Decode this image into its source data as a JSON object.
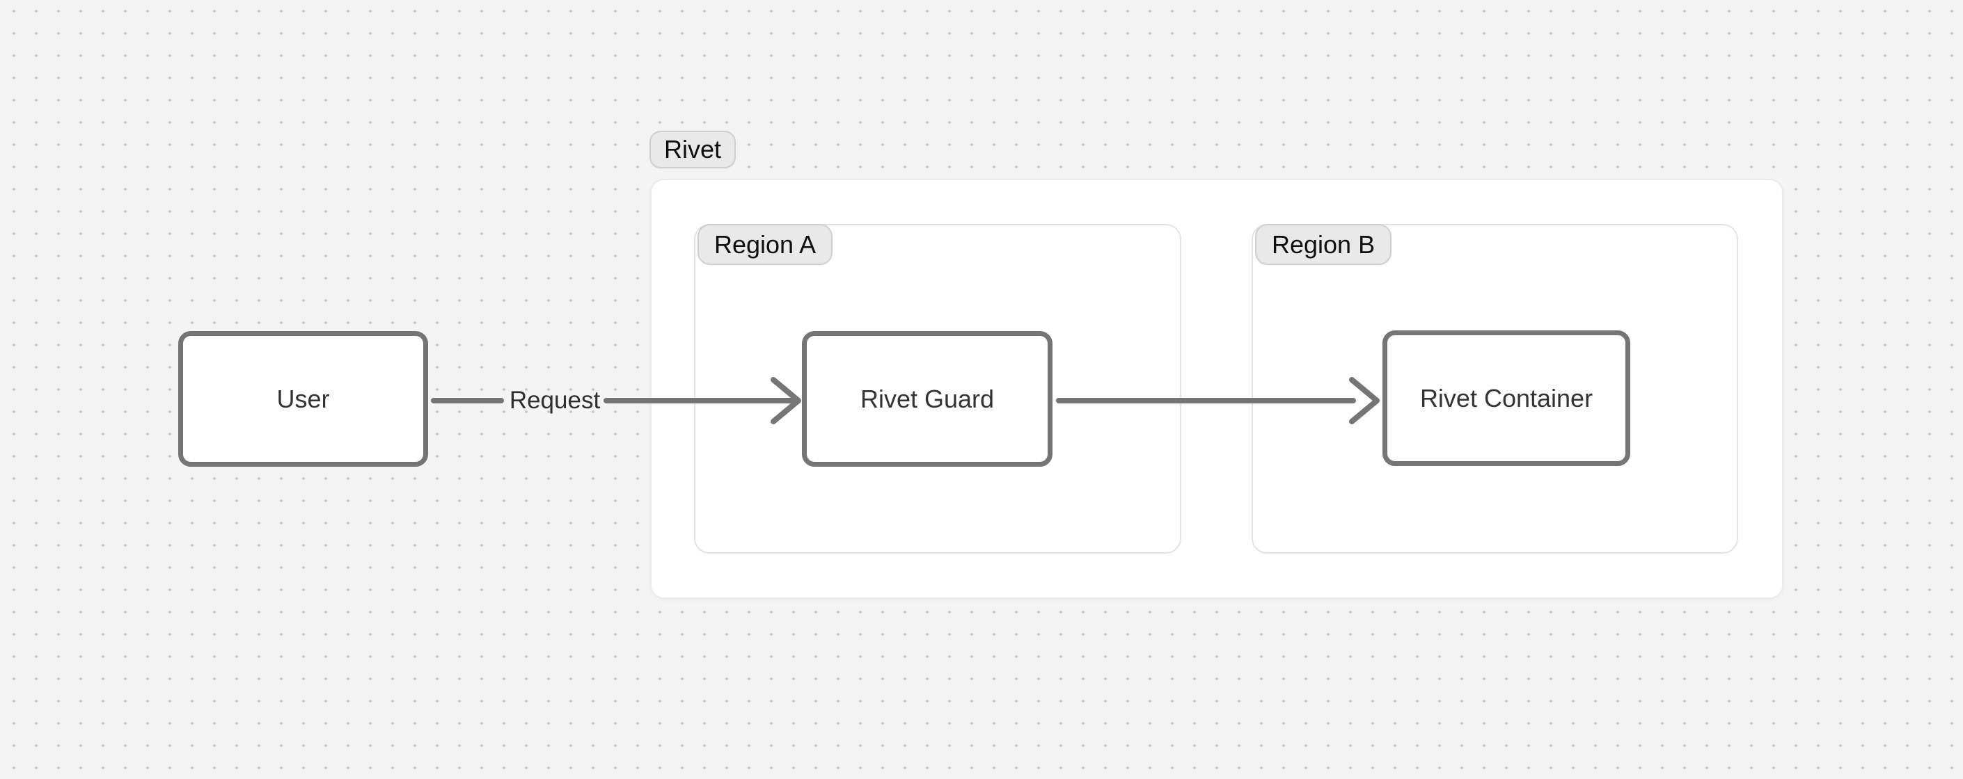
{
  "canvas": {
    "type": "architecture-diagram",
    "colors": {
      "background": "#f4f4f4",
      "grid_dot": "#c6c6c6",
      "node_border": "#757575",
      "node_text": "#333333",
      "arrow": "#757575",
      "frame_bg": "#ffffff",
      "frame_border": "#e3e3e3",
      "pill_bg": "#e9e9e9",
      "pill_border": "#cfcfcf",
      "pill_text": "#0f0f0f"
    }
  },
  "groups": [
    {
      "label": "Rivet",
      "contains": [
        "Region A",
        "Region B"
      ]
    },
    {
      "label": "Region A",
      "contains": [
        "Rivet Guard"
      ]
    },
    {
      "label": "Region B",
      "contains": [
        "Rivet Container"
      ]
    }
  ],
  "nodes": [
    {
      "label": "User",
      "group": null
    },
    {
      "label": "Rivet Guard",
      "group": "Region A"
    },
    {
      "label": "Rivet Container",
      "group": "Region B"
    }
  ],
  "edges": [
    {
      "from": "User",
      "to": "Rivet Guard",
      "label": "Request"
    },
    {
      "from": "Rivet Guard",
      "to": "Rivet Container",
      "label": ""
    }
  ]
}
